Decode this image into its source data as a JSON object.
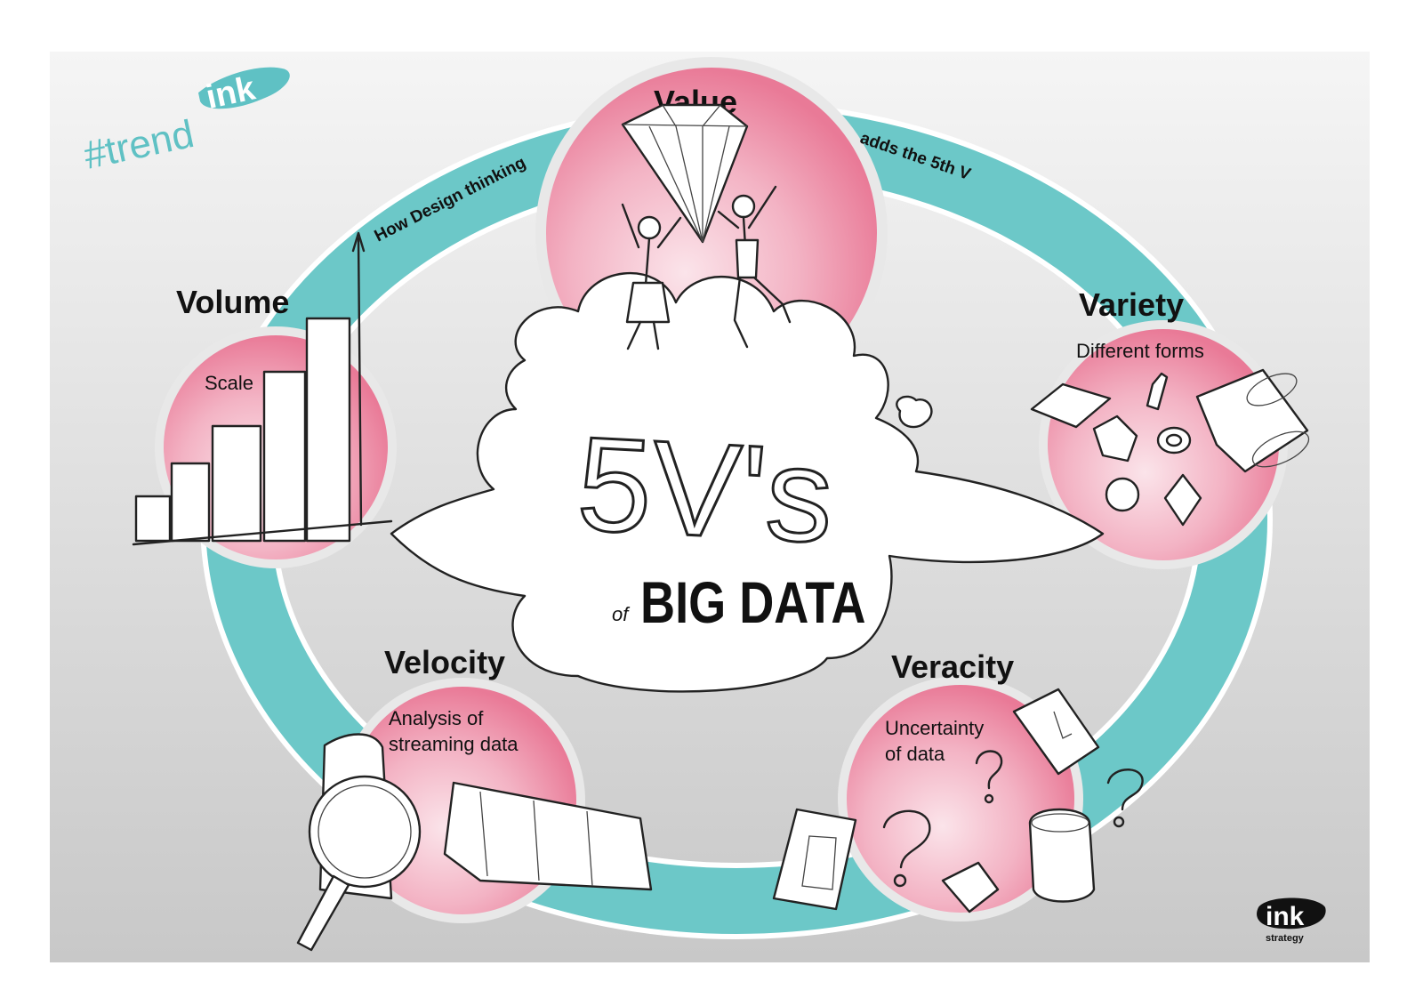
{
  "brand": {
    "hashtag": "#trend",
    "hashtag_accent": "ink",
    "logo_word": "ink",
    "logo_sub": "strategy"
  },
  "center": {
    "big": "5V's",
    "of": "of",
    "big_data": "BIG DATA"
  },
  "arrows": {
    "how_design": "How Design thinking",
    "adds_5th": "adds the 5th V"
  },
  "vs": {
    "value": {
      "title": "Value"
    },
    "volume": {
      "title": "Volume",
      "sub": "Scale"
    },
    "variety": {
      "title": "Variety",
      "sub": "Different forms"
    },
    "velocity": {
      "title": "Velocity",
      "sub1": "Analysis of",
      "sub2": "streaming data"
    },
    "veracity": {
      "title": "Veracity",
      "sub1": "Uncertainty",
      "sub2": "of data"
    }
  },
  "colors": {
    "teal": "#6cc8c8",
    "pink": "#ea7f9b",
    "pink_light": "#f6c6d3",
    "bg_top": "#f4f4f4",
    "bg_bottom": "#c9c9c9"
  }
}
